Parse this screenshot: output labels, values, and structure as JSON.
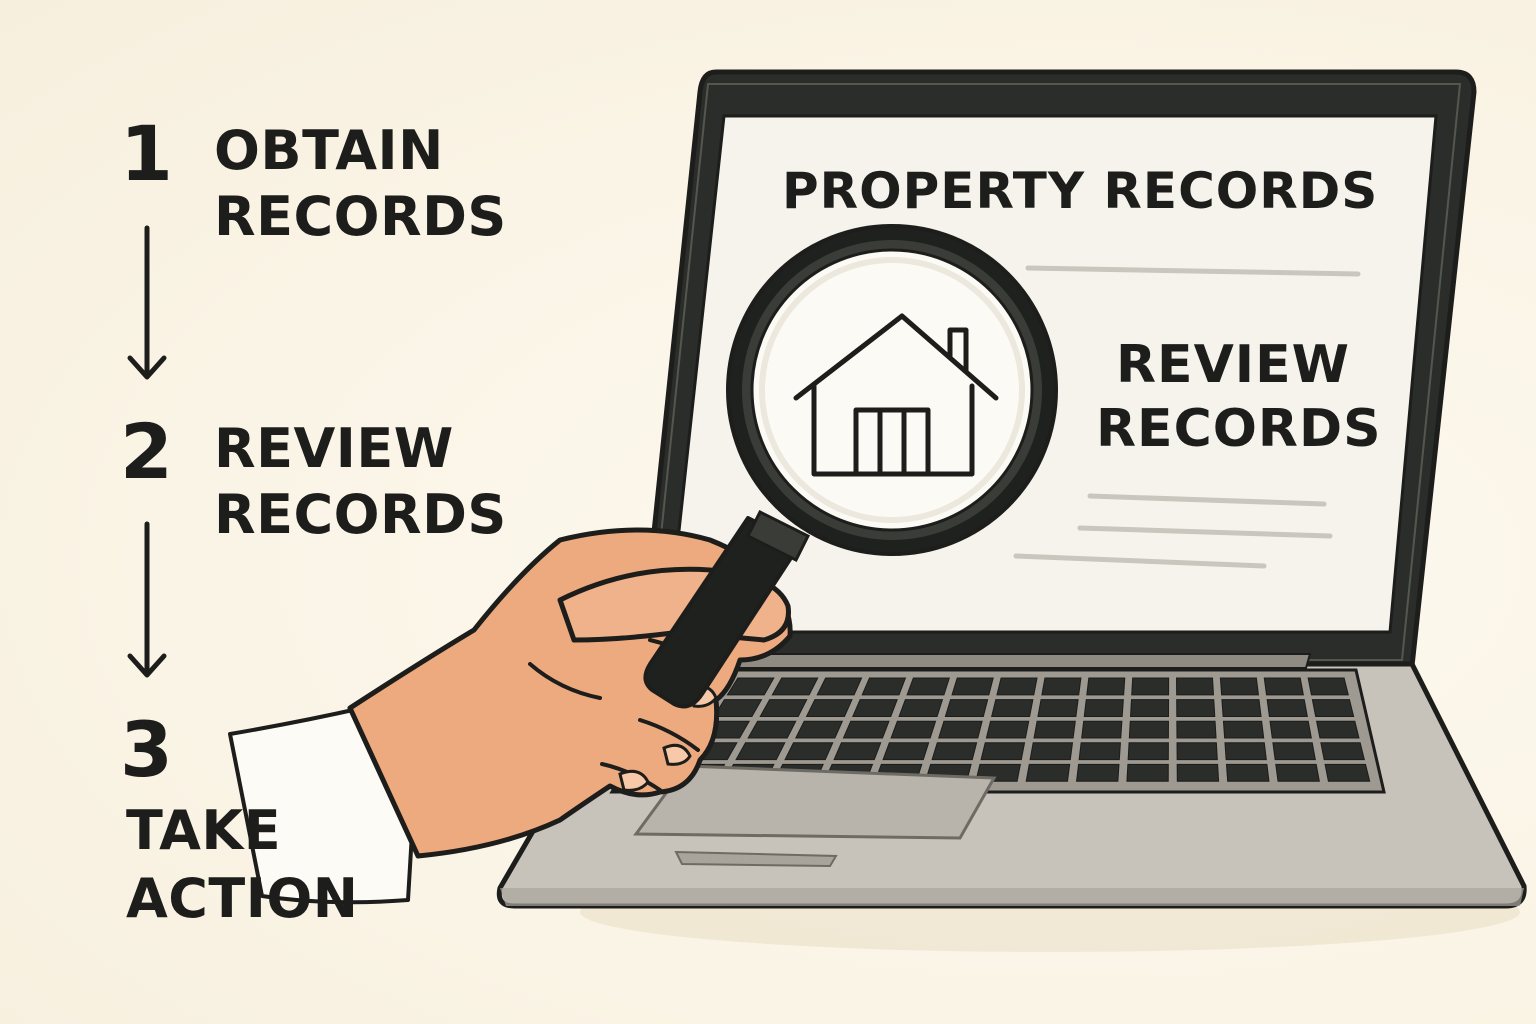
{
  "steps": [
    {
      "number": "1",
      "line1": "OBTAIN",
      "line2": "RECORDS"
    },
    {
      "number": "2",
      "line1": "REVIEW",
      "line2": "RECORDS"
    },
    {
      "number": "3",
      "line1": "TAKE",
      "line2": "ACTION"
    }
  ],
  "screen": {
    "title": "PROPERTY RECORDS",
    "review_line1": "REVIEW",
    "review_line2": "RECORDS"
  },
  "icons": {
    "magnifier": "magnifying-glass-icon",
    "house": "house-icon",
    "arrow": "arrow-down-icon"
  },
  "colors": {
    "background": "#fbf6ea",
    "ink": "#1d1d1b",
    "skin": "#eeaa7f",
    "laptop_body": "#c7c3bb"
  }
}
